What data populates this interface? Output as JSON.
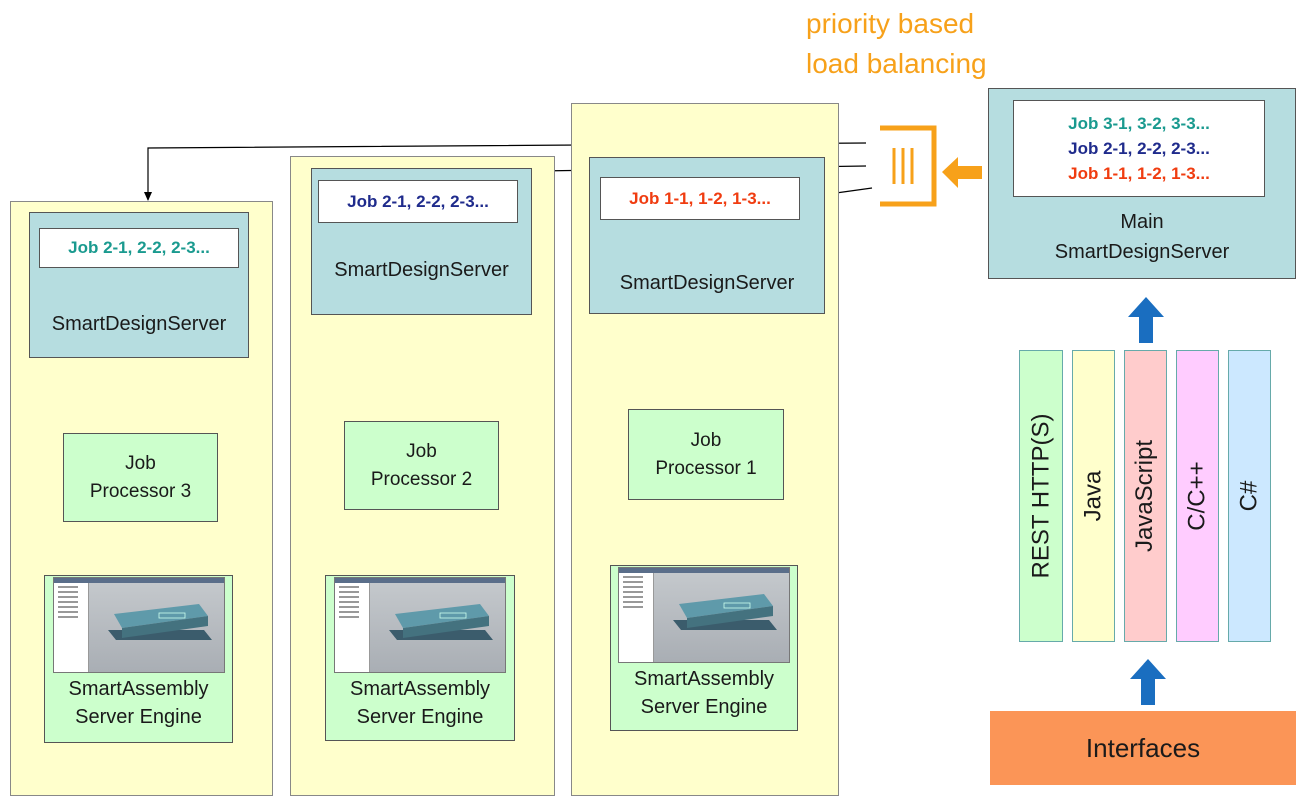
{
  "balancer": {
    "note_line1": "priority based",
    "note_line2": "load balancing"
  },
  "main_server": {
    "queue_lines": [
      {
        "text": "Job 3-1, 3-2, 3-3...",
        "color": "#1a9a8f"
      },
      {
        "text": "Job 2-1, 2-2, 2-3...",
        "color": "#1f2b8c"
      },
      {
        "text": "Job 1-1, 1-2, 1-3...",
        "color": "#f03c10"
      }
    ],
    "label_line1": "Main",
    "label_line2": "SmartDesignServer"
  },
  "columns": [
    {
      "queue": {
        "text": "Job 2-1, 2-2, 2-3...",
        "color": "#1a9a8f"
      },
      "server_label": "SmartDesignServer",
      "processor_line1": "Job",
      "processor_line2": "Processor 3",
      "engine_line1": "SmartAssembly",
      "engine_line2": "Server Engine"
    },
    {
      "queue": {
        "text": "Job 2-1, 2-2, 2-3...",
        "color": "#1f2b8c"
      },
      "server_label": "SmartDesignServer",
      "processor_line1": "Job",
      "processor_line2": "Processor 2",
      "engine_line1": "SmartAssembly",
      "engine_line2": "Server Engine"
    },
    {
      "queue": {
        "text": "Job 1-1, 1-2, 1-3...",
        "color": "#f03c10"
      },
      "server_label": "SmartDesignServer",
      "processor_line1": "Job",
      "processor_line2": "Processor 1",
      "engine_line1": "SmartAssembly",
      "engine_line2": "Server Engine"
    }
  ],
  "languages": [
    {
      "label": "REST HTTP(S)",
      "color": "#ccffcc"
    },
    {
      "label": "Java",
      "color": "#ffffcc"
    },
    {
      "label": "JavaScript",
      "color": "#ffcccc"
    },
    {
      "label": "C/C++",
      "color": "#ffccff"
    },
    {
      "label": "C#",
      "color": "#cce8ff"
    }
  ],
  "interfaces_label": "Interfaces",
  "colors": {
    "accent_orange": "#f7a11a",
    "arrow_blue": "#1a6ec0"
  }
}
